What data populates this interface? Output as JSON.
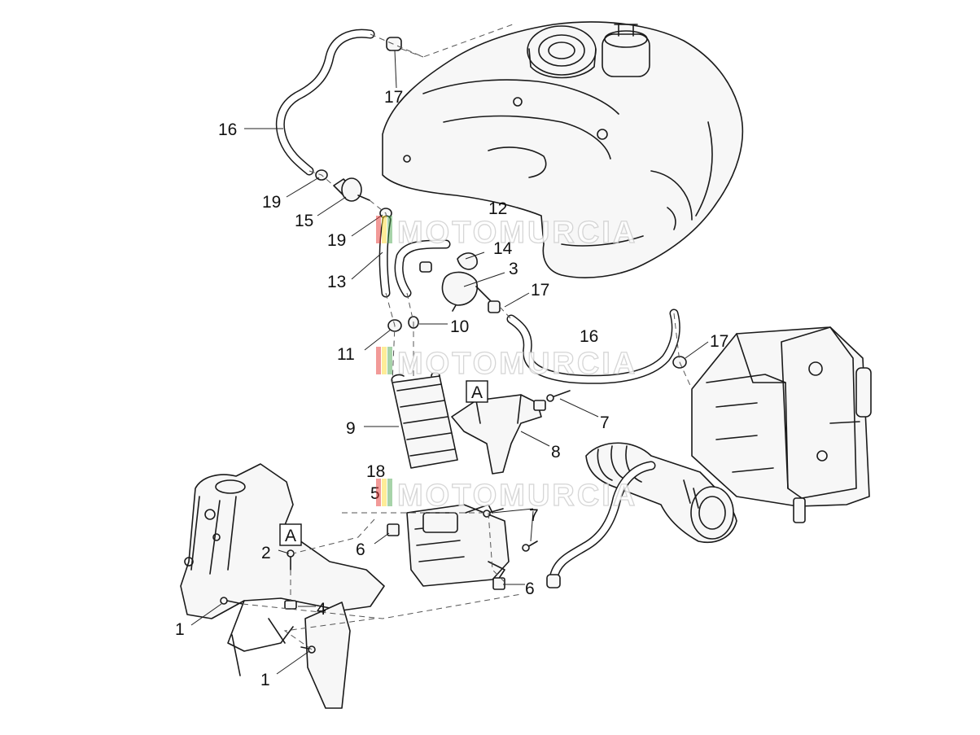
{
  "callouts": {
    "c1a": "1",
    "c1b": "1",
    "c2": "2",
    "c3": "3",
    "c4": "4",
    "c5": "5",
    "c6a": "6",
    "c6b": "6",
    "c7a": "7",
    "c7b": "7",
    "c8": "8",
    "c9": "9",
    "c10": "10",
    "c11": "11",
    "c12": "12",
    "c13": "13",
    "c14": "14",
    "c15": "15",
    "c16a": "16",
    "c16b": "16",
    "c17a": "17",
    "c17b": "17",
    "c17c": "17",
    "c18": "18",
    "c19a": "19",
    "c19b": "19"
  },
  "reference_marks": {
    "ref_top": "A",
    "ref_bottom": "A"
  },
  "watermark": {
    "text": "MOTOMURCIA"
  }
}
